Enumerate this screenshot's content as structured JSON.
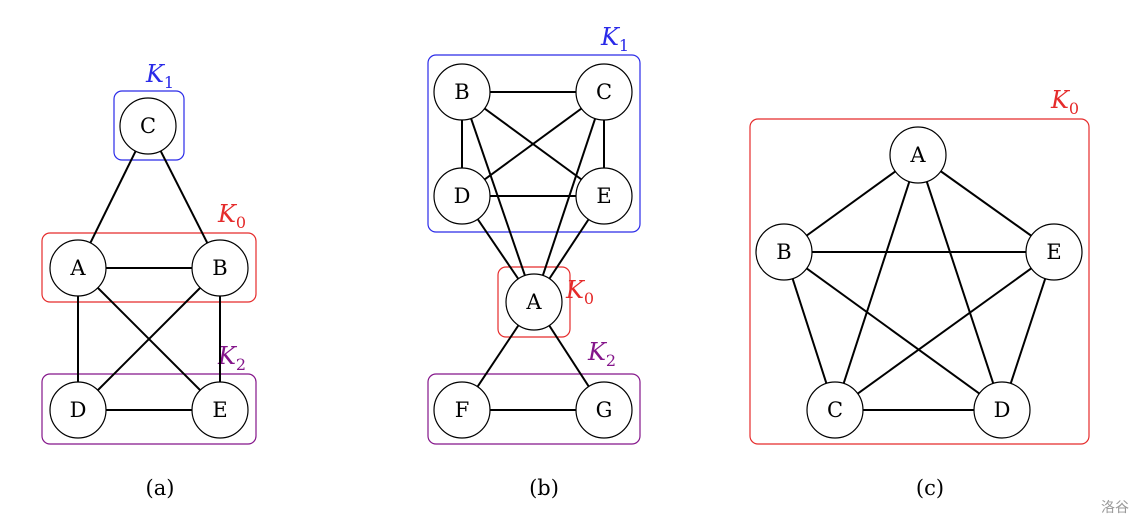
{
  "colors": {
    "K0": "#e52b2b",
    "K1": "#2a2ae8",
    "K2": "#84158a",
    "edge": "#000000"
  },
  "graphs": [
    {
      "caption": "(a)",
      "nodes": [
        "C",
        "A",
        "B",
        "D",
        "E"
      ],
      "edges": [
        [
          "C",
          "A"
        ],
        [
          "C",
          "B"
        ],
        [
          "A",
          "B"
        ],
        [
          "A",
          "D"
        ],
        [
          "A",
          "E"
        ],
        [
          "B",
          "D"
        ],
        [
          "B",
          "E"
        ],
        [
          "D",
          "E"
        ]
      ],
      "groups": [
        {
          "name": "K",
          "sub": "1",
          "color_key": "K1",
          "members": [
            "C"
          ]
        },
        {
          "name": "K",
          "sub": "0",
          "color_key": "K0",
          "members": [
            "A",
            "B"
          ]
        },
        {
          "name": "K",
          "sub": "2",
          "color_key": "K2",
          "members": [
            "D",
            "E"
          ]
        }
      ]
    },
    {
      "caption": "(b)",
      "nodes": [
        "B",
        "C",
        "D",
        "E",
        "A",
        "F",
        "G"
      ],
      "edges": [
        [
          "B",
          "C"
        ],
        [
          "B",
          "D"
        ],
        [
          "B",
          "E"
        ],
        [
          "C",
          "D"
        ],
        [
          "C",
          "E"
        ],
        [
          "D",
          "E"
        ],
        [
          "B",
          "A"
        ],
        [
          "C",
          "A"
        ],
        [
          "D",
          "A"
        ],
        [
          "E",
          "A"
        ],
        [
          "A",
          "F"
        ],
        [
          "A",
          "G"
        ],
        [
          "F",
          "G"
        ]
      ],
      "groups": [
        {
          "name": "K",
          "sub": "1",
          "color_key": "K1",
          "members": [
            "B",
            "C",
            "D",
            "E"
          ]
        },
        {
          "name": "K",
          "sub": "0",
          "color_key": "K0",
          "members": [
            "A"
          ]
        },
        {
          "name": "K",
          "sub": "2",
          "color_key": "K2",
          "members": [
            "F",
            "G"
          ]
        }
      ]
    },
    {
      "caption": "(c)",
      "nodes": [
        "A",
        "B",
        "E",
        "C",
        "D"
      ],
      "edges": [
        [
          "A",
          "B"
        ],
        [
          "A",
          "E"
        ],
        [
          "A",
          "C"
        ],
        [
          "A",
          "D"
        ],
        [
          "B",
          "E"
        ],
        [
          "B",
          "C"
        ],
        [
          "B",
          "D"
        ],
        [
          "E",
          "C"
        ],
        [
          "E",
          "D"
        ],
        [
          "C",
          "D"
        ]
      ],
      "groups": [
        {
          "name": "K",
          "sub": "0",
          "color_key": "K0",
          "members": [
            "A",
            "B",
            "C",
            "D",
            "E"
          ]
        }
      ]
    }
  ],
  "watermark": "洛谷"
}
